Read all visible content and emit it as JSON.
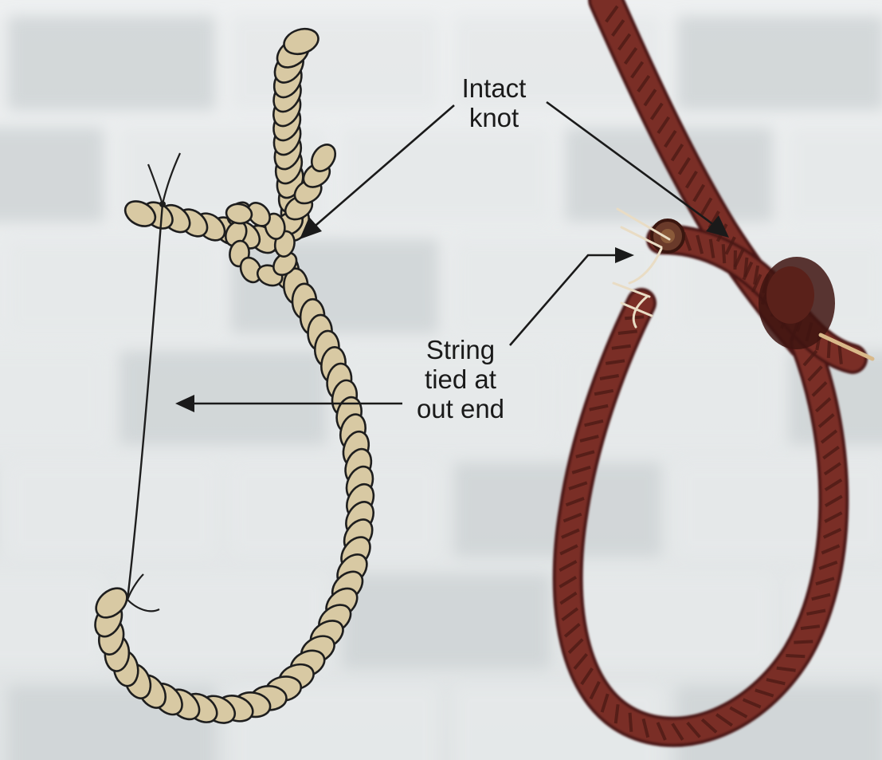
{
  "labels": {
    "intact_knot": {
      "line1": "Intact",
      "line2": "knot"
    },
    "string_tied": {
      "line1": "String",
      "line2": "tied at",
      "line3": "out end"
    }
  },
  "colors": {
    "wall_light": "#e6e9ea",
    "wall_dark": "#cfd4d6",
    "drawn_rope_fill": "#d8c9a3",
    "drawn_rope_outline": "#1e1e1e",
    "real_rope": "#7a2f26",
    "real_rope_dark": "#4a1914",
    "string": "#e9dcc4",
    "arrow": "#1a1a1a",
    "text": "#1a1a1a"
  }
}
